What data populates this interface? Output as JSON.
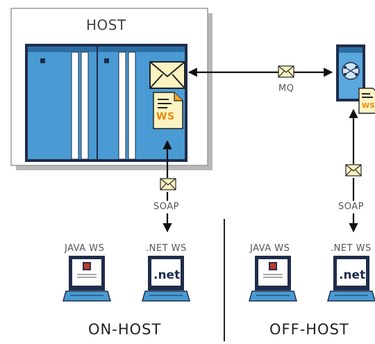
{
  "host": {
    "title": "HOST"
  },
  "host_doc": {
    "label": "WS"
  },
  "offhost_doc": {
    "label": "WS"
  },
  "connections": {
    "mq": "MQ",
    "soap_left": "SOAP",
    "soap_right": "SOAP"
  },
  "clients": {
    "left_java": "JAVA WS",
    "left_net": ".NET WS",
    "right_java": "JAVA WS",
    "right_net": ".NET WS"
  },
  "screen_text": {
    "net": ".net"
  },
  "sections": {
    "on_host": "ON-HOST",
    "off_host": "OFF-HOST"
  },
  "colors": {
    "mainframe_blue": "#4a9bd3",
    "envelope": "#fdf3c2",
    "doc_orange": "#f5a623",
    "frame_border": "#9a9a9a"
  }
}
